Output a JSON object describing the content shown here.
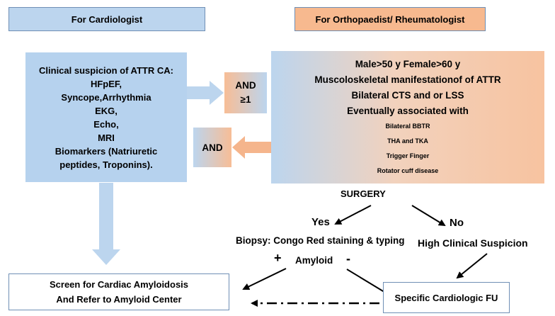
{
  "headers": {
    "cardiologist": "For Cardiologist",
    "orthopaedist": "For Orthopaedist/ Rheumatologist"
  },
  "cardio_box": {
    "lines": [
      "Clinical suspicion of ATTR CA:",
      "HFpEF,",
      "Syncope,Arrhythmia",
      "EKG,",
      "Echo,",
      "MRI",
      "Biomarkers (Natriuretic",
      "peptides, Troponins)."
    ]
  },
  "ortho_box": {
    "main_lines": [
      "Male>50 y Female>60 y",
      "Muscoloskeletal manifestationof of ATTR",
      "Bilateral CTS and or LSS",
      "Eventually associated with"
    ],
    "sub_lines": [
      "Bilateral BBTR",
      "THA and TKA",
      "Trigger Finger",
      "Rotator cuff disease"
    ]
  },
  "connectors": {
    "and_ge1": {
      "line1": "AND",
      "line2": "≥1"
    },
    "and": "AND"
  },
  "flow": {
    "surgery": "SURGERY",
    "yes": "Yes",
    "no": "No",
    "biopsy": "Biopsy: Congo Red staining  & typing",
    "high_suspicion": "High Clinical Suspicion",
    "plus": "+",
    "amyloid": "Amyloid",
    "minus": "-"
  },
  "outcomes": {
    "screen_line1": "Screen for Cardiac Amyloidosis",
    "screen_line2": "And Refer to Amyloid Center",
    "specific_fu": "Specific Cardiologic FU"
  },
  "colors": {
    "blue_fill": "#b6d2ee",
    "orange_fill": "#f7b98f",
    "border": "#6f8fb5"
  }
}
